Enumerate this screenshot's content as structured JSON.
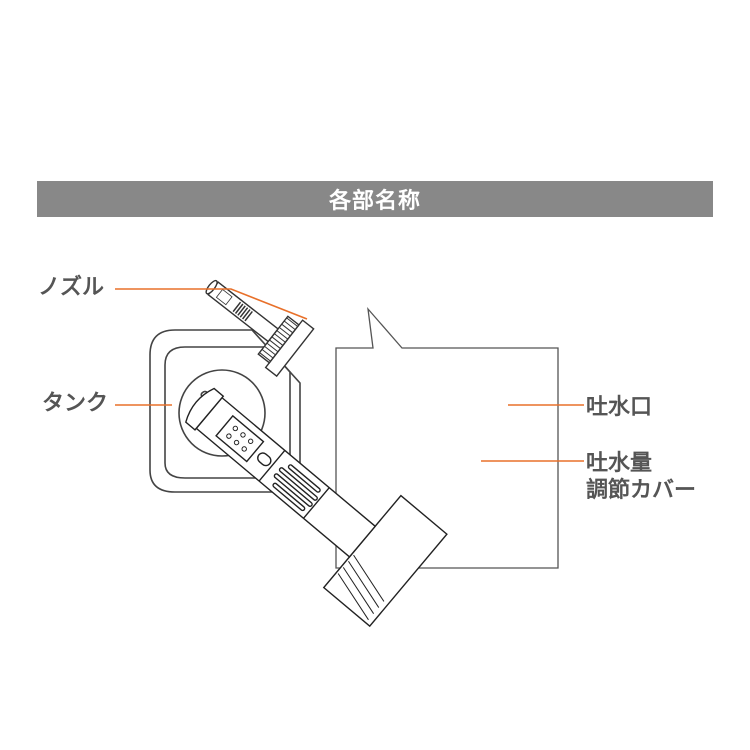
{
  "header": {
    "title": "各部名称"
  },
  "labels": {
    "nozzle": "ノズル",
    "tank": "タンク",
    "outlet": "吐水口",
    "flow_cover_line1": "吐水量",
    "flow_cover_line2": "調節カバー"
  },
  "colors": {
    "header_bg": "#888888",
    "header_text": "#ffffff",
    "label_text": "#555555",
    "leader_line": "#e8702a",
    "outline": "#333333"
  }
}
